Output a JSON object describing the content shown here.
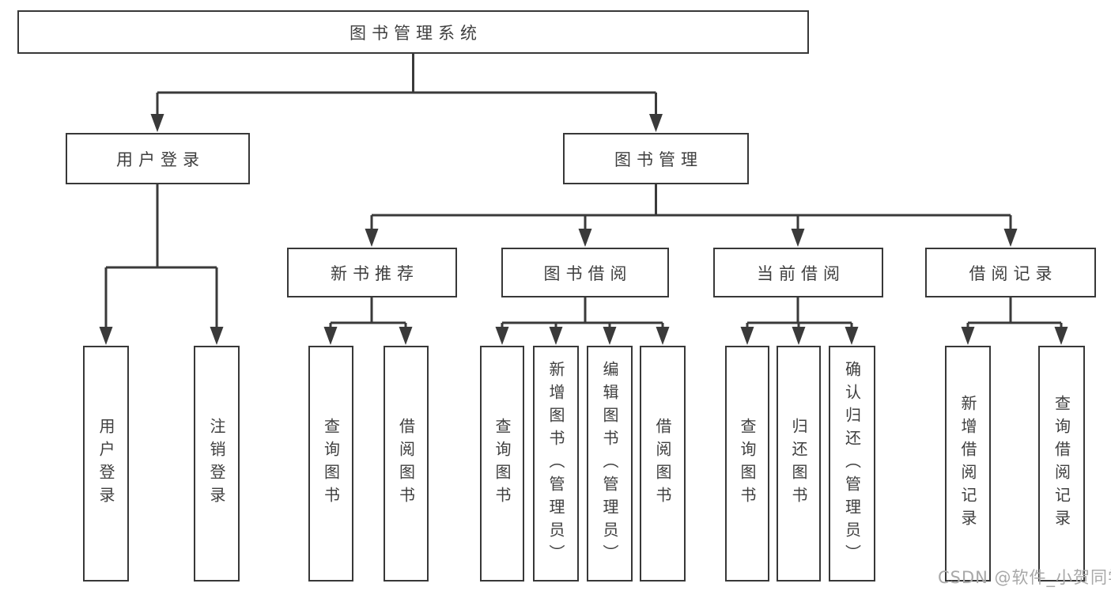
{
  "diagram": {
    "type": "hierarchy-tree",
    "orientation": "top-down",
    "colors": {
      "line": "#3a3a3a",
      "box_border": "#383838",
      "box_fill": "#ffffff",
      "text": "#3f3f3f",
      "background": "#ffffff",
      "watermark": "#a8a8a8"
    }
  },
  "tree": {
    "label": "图书管理系统",
    "children": [
      {
        "label": "用户登录",
        "children": [
          {
            "label": "用户登录"
          },
          {
            "label": "注销登录"
          }
        ]
      },
      {
        "label": "图书管理",
        "children": [
          {
            "label": "新书推荐",
            "children": [
              {
                "label": "查询图书"
              },
              {
                "label": "借阅图书"
              }
            ]
          },
          {
            "label": "图书借阅",
            "children": [
              {
                "label": "查询图书"
              },
              {
                "label": "新增图书（管理员）"
              },
              {
                "label": "编辑图书（管理员）"
              },
              {
                "label": "借阅图书"
              }
            ]
          },
          {
            "label": "当前借阅",
            "children": [
              {
                "label": "查询图书"
              },
              {
                "label": "归还图书"
              },
              {
                "label": "确认归还（管理员）"
              }
            ]
          },
          {
            "label": "借阅记录",
            "children": [
              {
                "label": "新增借阅记录"
              },
              {
                "label": "查询借阅记录"
              }
            ]
          }
        ]
      }
    ]
  },
  "watermark": {
    "text": "CSDN @软件_小贺同学"
  }
}
